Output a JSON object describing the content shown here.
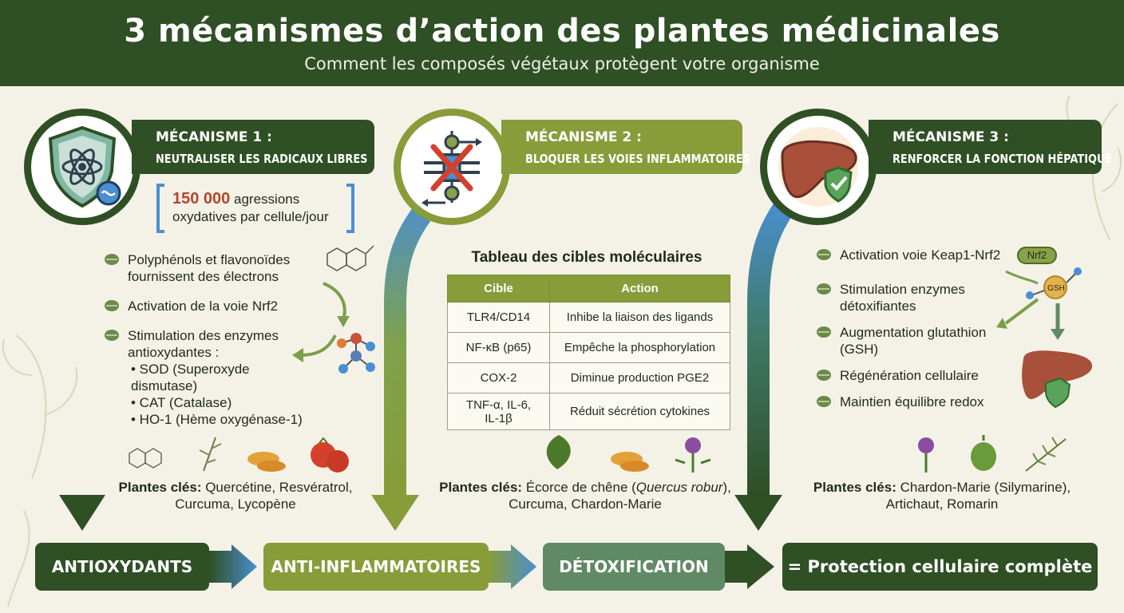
{
  "header": {
    "title": "3 mécanismes d’action des plantes médicinales",
    "subtitle": "Comment les composés végétaux protègent votre organisme"
  },
  "colors": {
    "dark_green": "#2f4f25",
    "olive": "#889c3a",
    "sage": "#5f8a63",
    "blue": "#4a8fd1",
    "accent_red": "#b3462e"
  },
  "mechanisms": [
    {
      "label": "MÉCANISME 1 :",
      "name": "NEUTRALISER LES RADICAUX LIBRES",
      "icon": "shield-atom-icon",
      "stat_number": "150 000",
      "stat_text_1": " agressions",
      "stat_text_2": "oxydatives par cellule/jour",
      "items": [
        "Polyphénols et flavonoïdes fournissent des électrons",
        "Activation de la voie Nrf2",
        "Stimulation des enzymes antioxydantes :"
      ],
      "subitems": [
        "• SOD (Superoxyde dismutase)",
        "• CAT (Catalase)",
        "• HO-1 (Hème oxygénase-1)"
      ],
      "key_label": "Plantes clés:",
      "key_plants_1": " Quercétine, Resvératrol,",
      "key_plants_2": "Curcuma, Lycopène"
    },
    {
      "label": "MÉCANISME 2 :",
      "name": "BLOQUER LES VOIES INFLAMMATOIRES",
      "icon": "blocked-pathway-icon",
      "table_title": "Tableau des cibles moléculaires",
      "table_headers": [
        "Cible",
        "Action"
      ],
      "table_rows": [
        [
          "TLR4/CD14",
          "Inhibe la liaison des ligands"
        ],
        [
          "NF-κB (p65)",
          "Empêche la phosphorylation"
        ],
        [
          "COX-2",
          "Diminue production PGE2"
        ],
        [
          "TNF-α, IL-6, IL-1β",
          "Réduit sécrétion cytokines"
        ]
      ],
      "key_label": "Plantes clés:",
      "key_plants_1a": " Écorce de chêne (",
      "key_plants_1b": "Quercus robur",
      "key_plants_1c": "),",
      "key_plants_2": "Curcuma, Chardon-Marie"
    },
    {
      "label": "MÉCANISME 3 :",
      "name": "RENFORCER LA FONCTION HÉPATIQUE",
      "icon": "liver-shield-icon",
      "items": [
        "Activation voie Keap1-Nrf2",
        "Stimulation enzymes détoxifiantes",
        "Augmentation glutathion (GSH)",
        "Régénération cellulaire",
        "Maintien équilibre redox"
      ],
      "badge_nrf2": "Nrf2",
      "badge_gsh": "GSH",
      "key_label": "Plantes clés:",
      "key_plants_1": " Chardon-Marie (Silymarine),",
      "key_plants_2": "Artichaut, Romarin"
    }
  ],
  "bottom_flow": [
    "ANTIOXYDANTS",
    "ANTI-INFLAMMATOIRES",
    "DÉTOXIFICATION",
    "= Protection cellulaire complète"
  ]
}
